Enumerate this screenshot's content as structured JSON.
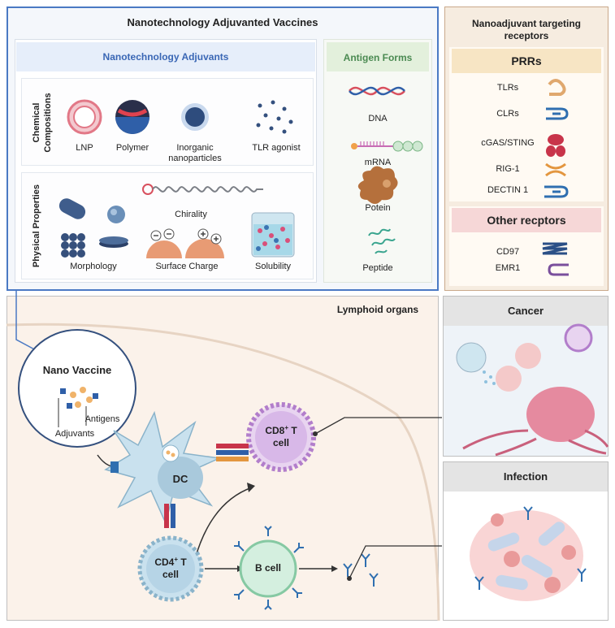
{
  "top_panel": {
    "title": "Nanotechnology Adjuvanted Vaccines",
    "adjuvants_header": "Nanotechnology Adjuvants",
    "chemical_label_line1": "Chemical",
    "chemical_label_line2": "Compositions",
    "chemical_items": [
      "LNP",
      "Polymer",
      "Inorganic",
      "nanoparticles",
      "TLR agonist"
    ],
    "physical_label": "Physical Properties",
    "physical_items": {
      "chirality": "Chirality",
      "morphology": "Morphology",
      "surface_charge": "Surface Charge",
      "solubility": "Solubility"
    },
    "antigen_header": "Antigen Forms",
    "antigen_items": [
      "DNA",
      "mRNA",
      "Potein",
      "Peptide"
    ]
  },
  "receptor_panel": {
    "title_line1": "Nanoadjuvant targeting",
    "title_line2": "receptors",
    "prr_header": "PRRs",
    "prr_items": [
      "TLRs",
      "CLRs",
      "cGAS/STING",
      "RIG-1",
      "DECTIN 1"
    ],
    "other_header": "Other recptors",
    "other_items": [
      "CD97",
      "EMR1"
    ]
  },
  "lymphoid": {
    "title": "Lymphoid organs",
    "nano_vaccine": "Nano Vaccine",
    "antigens": "Antigens",
    "adjuvants": "Adjuvants",
    "dc": "DC",
    "cd8_line1": "CD8",
    "cd8_sup": "+",
    "cd8_rest": " T",
    "cd8_line2": "cell",
    "cd4_line1": "CD4",
    "cd4_sup": "+",
    "cd4_rest": " T",
    "cd4_line2": "cell",
    "bcell": "B cell"
  },
  "side_panels": {
    "cancer": "Cancer",
    "infection": "Infection"
  },
  "colors": {
    "top_border": "#4a79c4",
    "adjuvant_header_bg": "#e6eefa",
    "adjuvant_header_text": "#3a67b5",
    "antigen_header_bg": "#e3f0dc",
    "antigen_header_text": "#4b8a52",
    "receptor_bg": "#f6ece0",
    "prr_header_bg": "#f7e5c4",
    "other_header_bg": "#f6d7d7",
    "lymph_bg": "#fbf2ea",
    "side_header_bg": "#e4e4e4"
  }
}
